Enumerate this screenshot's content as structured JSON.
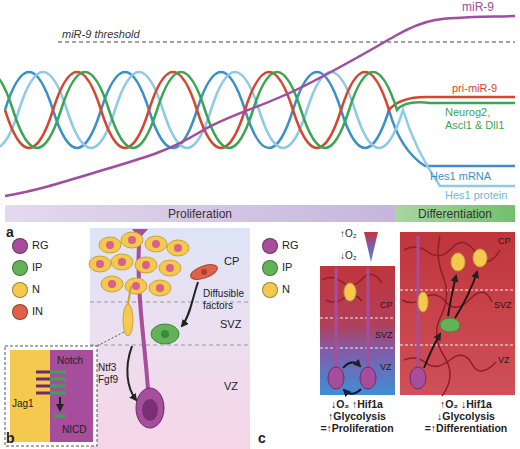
{
  "diagram": {
    "nodes": [
      {
        "text": [
          "Proliferation"
        ]
      },
      {
        "text": [
          "Differentiation"
        ]
      }
    ],
    "labels": [
      "miR-9 threshold",
      "miR-9",
      "pri-miR-9",
      "Neurog2, Ascl1 & Dll1",
      "Hes1 mRNA",
      "Hes1 protein",
      "a",
      "CP",
      "Diffusible factors",
      "SVZ",
      "Ntf3 Fgf9",
      "VZ",
      "Notch",
      "Jag1",
      "NICD",
      "b",
      "↑O₂",
      "↓O₂",
      "CP",
      "SVZ",
      "VZ",
      "CP",
      "SVZ",
      "VZ",
      "↓O₂ ↑Hif1a ↑Glycolysis =↑Proliferation",
      "↑O₂ ↓Hif1a ↓Glycolysis =↑Differentiation",
      "c"
    ],
    "legend": [
      {
        "text": "RG",
        "color": "#a64d9b"
      },
      {
        "text": "IP",
        "color": "#63b257"
      },
      {
        "text": "N",
        "color": "#f4c94e"
      },
      {
        "text": "IN",
        "color": "#e0604a"
      },
      {
        "text": "RG",
        "color": "#a64d9b"
      },
      {
        "text": "IP",
        "color": "#63b257"
      },
      {
        "text": "N",
        "color": "#f4c94e"
      }
    ]
  }
}
